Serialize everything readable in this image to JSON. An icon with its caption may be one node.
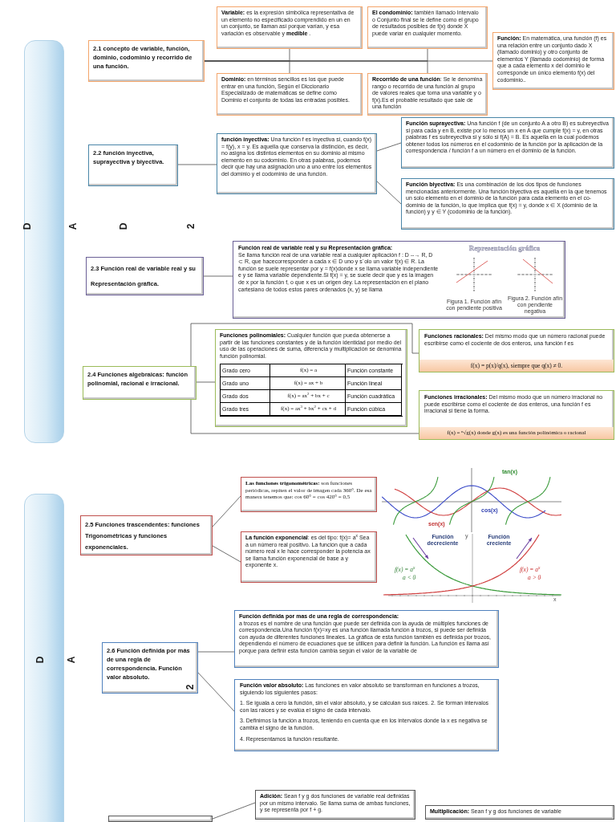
{
  "diagram": {
    "nodes": [
      {
        "text": [
          "2.1 concepto de variable, función, dominio, codominio y recorrido de una función."
        ]
      },
      {
        "text": [
          "**Variable:** es la expresión simbólica representativa de un elemento no especificado comprendido en un en un conjunto, se llaman así porque varían, y esa variación es observable y **medible** ."
        ]
      },
      {
        "text": [
          "**El condominio:** también llamado Intervalo o Conjunto final se le define como el grupo de resultados posibles de f(x) donde X puede variar en cualquier momento."
        ]
      },
      {
        "text": [
          "**Función:** En matemática, una función (f) es una relación entre un conjunto dado X (llamado dominio) y otro conjunto de elementos Y (llamado codominio) de forma que a cada elemento x del dominio le corresponde un único elemento f(x) del codominio.."
        ]
      },
      {
        "text": [
          "**Dominio:** en términos sencillos es los que puede entrar en una función, Según el Diccionario Especializado de matemáticas se define como Dominio el conjunto de todas las entradas posibles."
        ]
      },
      {
        "text": [
          "**Recorrido de una función**: Se le denomina rango o recorrido de una función al grupo de valores reales que toma una variable y o f(x).Es el probable resultado que sale de una función"
        ]
      },
      {
        "text": [
          "2.2 función inyectiva, suprayectiva y biyectiva."
        ]
      },
      {
        "text": [
          "**función inyectiva:** Una función f es inyectiva si, cuando f(x) = f(y), x = y. Es aquella que conserva la distinción, es decir, no asigna los distintos elementos en su dominio al mismo elemento en su codominio. En otras palabras, podemos decir que hay una asignación uno a uno entre los elementos del dominio y el codominio de una función."
        ]
      },
      {
        "text": [
          "**Función suprayectiva:** Una función f (de un conjunto A a otro B) es subreyectiva si para cada y en B, existe por lo menos un x en A que cumple f(x) = y, en otras palabras f es subreyectiva si y sólo si f(A) = B. Es aquella en la cual podemos obtener todos los números en el codominio de la función por la aplicación de la correspondencia / función f a un número en el dominio de la función."
        ]
      },
      {
        "text": [
          "**Función biyectiva:** Es una combinación de los dos tipos de funciones mencionadas anteriormente. Una función biyectiva es aquella en la que tenemos un solo elemento en el dominio de la función para cada elemento en el co-dominio de la función, lo que implica que f(x) = y, donde x ∈ X (dominio de la función) y y ∈ Y (codominio de la función)."
        ]
      },
      {
        "text": [
          "2.3 Función real de variable real y su Representación gráfica."
        ]
      },
      {
        "text": [
          "**Función real de variable real y su Representación gráfica:** Se llama función real de una variable real a cualquier aplicación f : D --→ R, D ⊂ R, que hacecorresponder a cada x ∈ D uno y s´olo un valor f(x) ∈ R. La función se suele representar por y = f(x)donde x se llama variable independiente e y se llama variable dependiente.Si f(x) = y, se suele decir que y es la imagen de x por la función f, o que x es un origen dey. La representación en el plano cartesiano de todos estos pares ordenados (x, y) se llama",
          "Representación gráfica",
          "Figura 1. Función afín con pendiente positiva",
          "Figura 2. Función afín con pendiente negativa"
        ]
      },
      {
        "text": [
          "2.4 Funciones algebraicas: función polinomial, racional e irracional."
        ]
      },
      {
        "text": [
          "**Funciones polinomiales:** Cualquier función que pueda obtenerse a partir de las funciones constantes y de la función identidad por medio del uso de las operaciones de suma, diferencia y multiplicación se denomina función polinomial.",
          "Grado cero",
          "f(x) = a",
          "Función constante",
          "Grado uno",
          "f(x) = ax + b",
          "Función lineal",
          "Grado dos",
          "f(x) = ax$^{2}$ + bx + c",
          "Función cuadrática",
          "Grado tres",
          "f(x) = ax$^{3}$ + bx$^{2}$ + cx + d",
          "Función cúbica"
        ]
      },
      {
        "text": [
          "**Funciones racionales:** Del mismo modo que un número racional puede escribirse como el cociente de dos enteros, una función f es",
          "f(x) = p(x)/q(x), siempre que q(x) ≠ 0."
        ]
      },
      {
        "text": [
          "**Funciones irracionales:** Del mismo modo que un número irracional no puede escribirse como el cociente de dos enteros, una función f es irracional si tiene la forma.",
          "f(x) = ⁿ√g(x) donde g(x) es una función polinómica o racional"
        ]
      },
      {
        "text": [
          "2.5 Funciones trascendentes: funciones Trigonométricas y funciones exponenciales."
        ]
      },
      {
        "text": [
          "**Las funciones trigonométricas:** son funciones periódicas, repiten el valor de imagen cada 360°. De esa manera tenemos que: cos 60° = cos 420° = 0,5"
        ]
      },
      {
        "text": [
          "**La función exponencial**: es del tipo: f(x)= a$^{x}$ Sea a un número real positivo. La función que a cada número real x le hace corresponder la potencia ax se llama función exponencial de base a y exponente x."
        ]
      },
      {
        "text": [
          "2.6 Función definida por más de una regla de correspondencia. Función valor absoluto."
        ]
      },
      {
        "text": [
          "**Función definida por mas de una regla de correspondencia:** a trozos es el nombre de una función que puede ser definida con la ayuda de múltiples funciones de correspondencia.Una función f(x)=xy es una función llamada función a trozos, si puede ser definida con ayuda de diferentes funciones lineales. La gráfica de esta función también es definida por trozos, dependiendo el número de ecuaciones que se utilicen para definir la función. La función es llama así porque para definir esta función cambia según el valor de la variable de"
        ]
      },
      {
        "text": [
          "**Función valor absoluto:** Las funciones en valor absoluto se transforman en funciones a trozos, siguiendo los siguientes pasos:",
          "1. Se iguala a cero la función, sin el valor absoluto, y se calculan sus raíces. 2. Se forman intervalos con las raíces y se evalúa el signo de cada intervalo.",
          "3. Definimos la función a trozos, teniendo en cuenta que en los intervalos donde la x es negativa se cambia el signo de la función.",
          "4. Representamos la función resultante."
        ]
      },
      {
        "text": [],
        "shape": "box"
      },
      {
        "text": [
          "**Adición:** Sean f y g dos funciones de variable real definidas por un mismo intervalo. Se llama suma de ambas funciones, y se representa por f + g."
        ]
      },
      {
        "text": [
          "**Multiplicación:** Sean f y g dos funciones de variable"
        ]
      }
    ],
    "edges": [
      {
        "from": 0,
        "to": 1,
        "arrow": "none"
      },
      {
        "from": 0,
        "to": 4,
        "arrow": "none"
      },
      {
        "from": 0,
        "to": 2,
        "arrow": "none"
      },
      {
        "from": 0,
        "to": 5,
        "arrow": "none"
      },
      {
        "from": 0,
        "to": 3,
        "arrow": "none"
      },
      {
        "from": 6,
        "to": 7,
        "arrow": "none"
      },
      {
        "from": 7,
        "to": 8,
        "arrow": "none"
      },
      {
        "from": 7,
        "to": 9,
        "arrow": "none"
      },
      {
        "from": 10,
        "to": 11,
        "arrow": "none"
      },
      {
        "from": 12,
        "to": 13,
        "arrow": "none"
      },
      {
        "from": 12,
        "to": 14,
        "arrow": "none"
      },
      {
        "from": 12,
        "to": 15,
        "arrow": "none"
      },
      {
        "from": 16,
        "to": 17,
        "arrow": "none"
      },
      {
        "from": 16,
        "to": 18,
        "arrow": "none"
      },
      {
        "from": 19,
        "to": 20,
        "arrow": "none"
      },
      {
        "from": 19,
        "to": 21,
        "arrow": "none"
      },
      {
        "from": 22,
        "to": 23,
        "arrow": "none"
      }
    ],
    "labels": [
      "D",
      "A",
      "D",
      "2",
      "tan(x)",
      "cos(x)",
      "sen(x)",
      "Función decreciente",
      "Función creciente",
      "y",
      "f(x) = a$^{x}$",
      "a < 0",
      "f(x) = a$^{x}$",
      "a > 0",
      "x",
      "D",
      "A",
      "2"
    ]
  }
}
